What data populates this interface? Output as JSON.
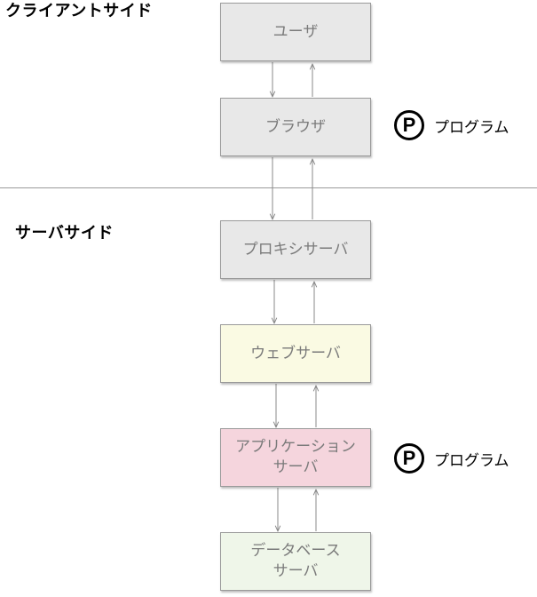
{
  "sections": {
    "client": "クライアントサイド",
    "server": "サーバサイド"
  },
  "nodes": [
    {
      "label": "ユーザ",
      "fill": "#e8e8e8"
    },
    {
      "label": "ブラウザ",
      "fill": "#e8e8e8"
    },
    {
      "label": "プロキシサーバ",
      "fill": "#e8e8e8"
    },
    {
      "label": "ウェブサーバ",
      "fill": "#fafae3"
    },
    {
      "label": "アプリケーション\nサーバ",
      "fill": "#f5d5dd"
    },
    {
      "label": "データベース\nサーバ",
      "fill": "#eff6e9"
    }
  ],
  "program_tags": [
    {
      "symbol": "P",
      "label": "プログラム"
    },
    {
      "symbol": "P",
      "label": "プログラム"
    }
  ]
}
